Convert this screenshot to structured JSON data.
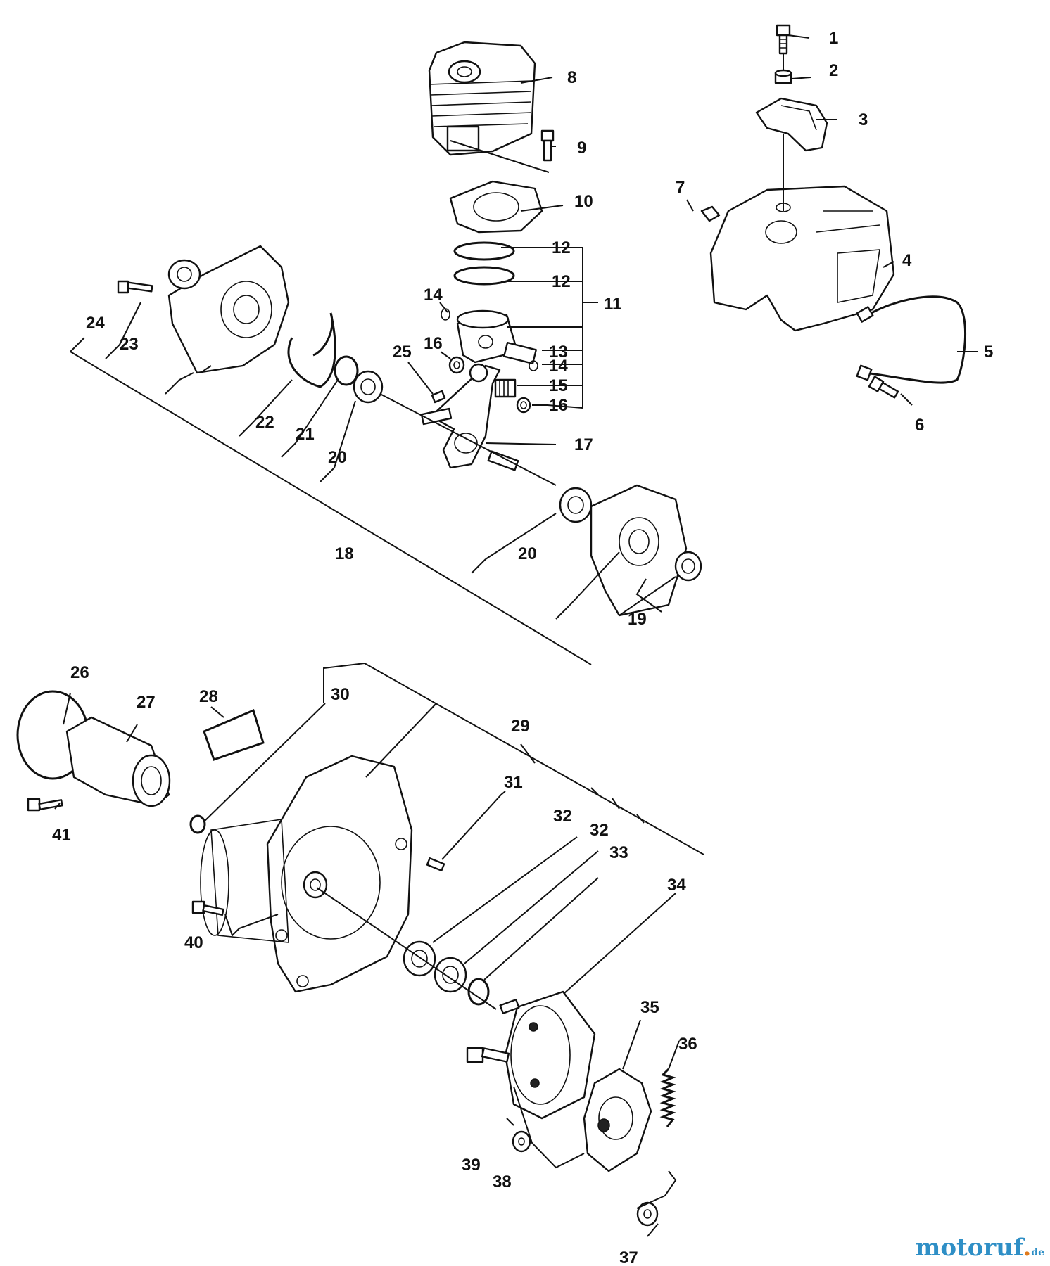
{
  "labels": {
    "p1": "1",
    "p2": "2",
    "p3": "3",
    "p4": "4",
    "p5": "5",
    "p6": "6",
    "p7": "7",
    "p8": "8",
    "p9": "9",
    "p10": "10",
    "p11": "11",
    "p12a": "12",
    "p12b": "12",
    "p13": "13",
    "p14a": "14",
    "p14b": "14",
    "p15": "15",
    "p16a": "16",
    "p16b": "16",
    "p17": "17",
    "p18": "18",
    "p19": "19",
    "p20a": "20",
    "p20b": "20",
    "p21": "21",
    "p22": "22",
    "p23": "23",
    "p24": "24",
    "p25": "25",
    "p26": "26",
    "p27": "27",
    "p28": "28",
    "p29": "29",
    "p30": "30",
    "p31": "31",
    "p32a": "32",
    "p32b": "32",
    "p33": "33",
    "p34": "34",
    "p35": "35",
    "p36": "36",
    "p37": "37",
    "p38": "38",
    "p39": "39",
    "p40": "40",
    "p41": "41"
  },
  "watermark": {
    "name": "motoruf",
    "dot": ".",
    "tld": "de"
  },
  "colors": {
    "line": "#111111",
    "watermark_blue": "#2f8fc6",
    "watermark_orange": "#e07a1c"
  }
}
